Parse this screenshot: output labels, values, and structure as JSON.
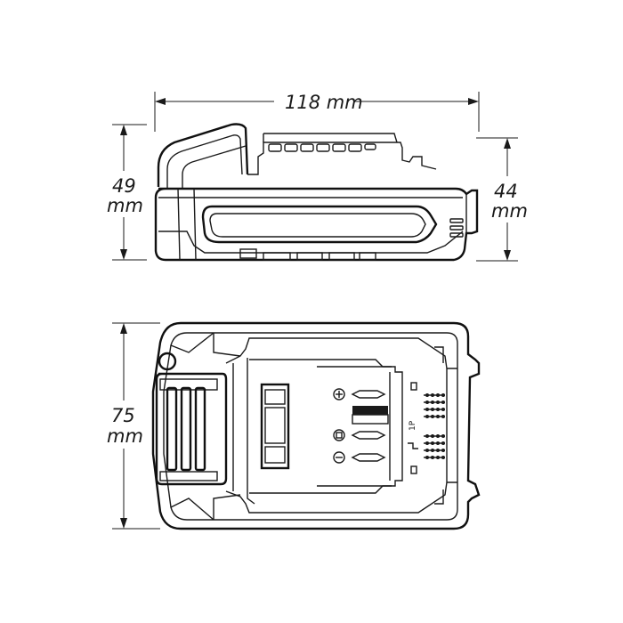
{
  "dimensions": {
    "width": {
      "value": "118",
      "unit": "mm"
    },
    "height_total": {
      "value": "49",
      "unit": "mm"
    },
    "height_body": {
      "value": "44",
      "unit": "mm"
    },
    "depth": {
      "value": "75",
      "unit": "mm"
    }
  },
  "labels": {
    "cell_config": "1P"
  },
  "symbols": {
    "positive": "plus-terminal-icon",
    "data": "data-terminal-icon",
    "negative": "minus-terminal-icon"
  }
}
